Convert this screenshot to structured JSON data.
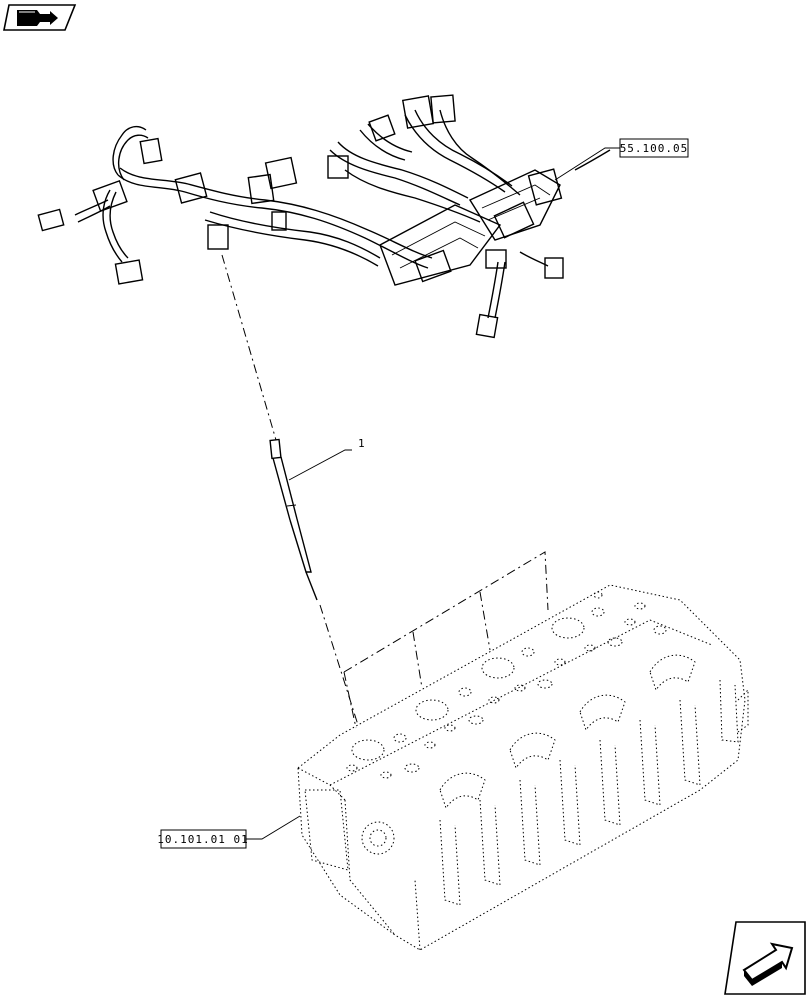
{
  "callouts": {
    "wiring_harness_ref": "55.100.05",
    "item_number": "1",
    "cylinder_head_ref": "10.101.01 01"
  },
  "icons": {
    "top_left": "book-arrow-icon",
    "bottom_right": "next-page-arrow-icon"
  }
}
